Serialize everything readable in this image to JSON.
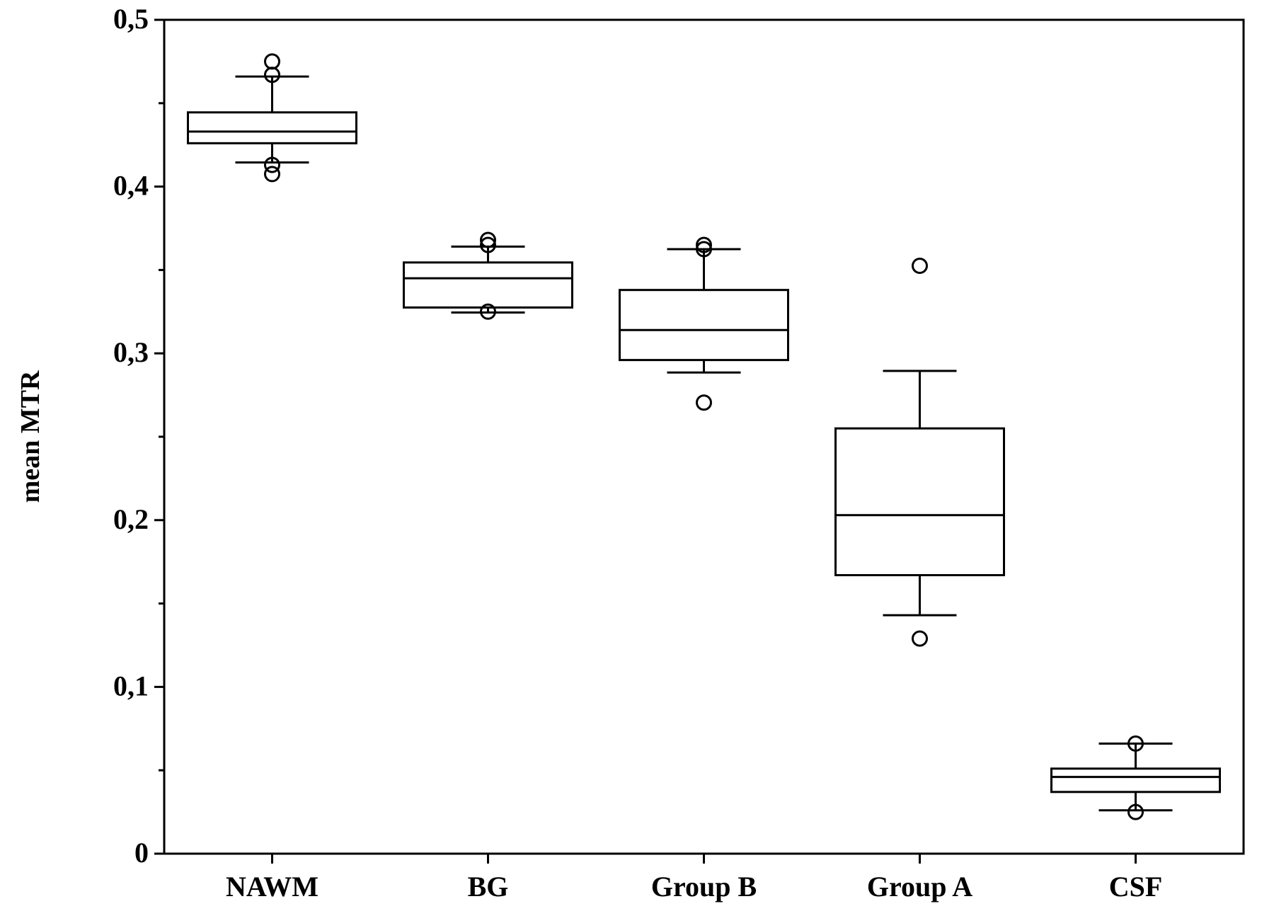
{
  "chart_data": {
    "type": "box",
    "title": "",
    "xlabel": "",
    "ylabel": "mean MTR",
    "ylim": [
      0,
      0.5
    ],
    "y_ticks": [
      0,
      0.1,
      0.2,
      0.3,
      0.4,
      0.5
    ],
    "y_tick_labels": [
      "0",
      "0,1",
      "0,2",
      "0,3",
      "0,4",
      "0,5"
    ],
    "categories": [
      "NAWM",
      "BG",
      "Group B",
      "Group A",
      "CSF"
    ],
    "boxes": [
      {
        "category": "NAWM",
        "whisker_low": 0.4145,
        "q1": 0.426,
        "median": 0.433,
        "q3": 0.4445,
        "whisker_high": 0.466,
        "outliers": [
          0.4075,
          0.413,
          0.467,
          0.475
        ]
      },
      {
        "category": "BG",
        "whisker_low": 0.3245,
        "q1": 0.3275,
        "median": 0.345,
        "q3": 0.3545,
        "whisker_high": 0.364,
        "outliers": [
          0.325,
          0.365,
          0.368
        ]
      },
      {
        "category": "Group B",
        "whisker_low": 0.2885,
        "q1": 0.296,
        "median": 0.314,
        "q3": 0.338,
        "whisker_high": 0.3625,
        "outliers": [
          0.2705,
          0.3625,
          0.365
        ]
      },
      {
        "category": "Group A",
        "whisker_low": 0.143,
        "q1": 0.167,
        "median": 0.203,
        "q3": 0.255,
        "whisker_high": 0.2895,
        "outliers": [
          0.129,
          0.3525
        ]
      },
      {
        "category": "CSF",
        "whisker_low": 0.026,
        "q1": 0.037,
        "median": 0.046,
        "q3": 0.051,
        "whisker_high": 0.066,
        "outliers": [
          0.025,
          0.066
        ]
      }
    ],
    "grid": false,
    "legend": "none"
  }
}
